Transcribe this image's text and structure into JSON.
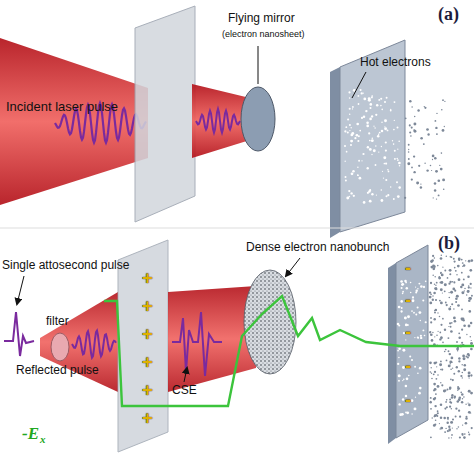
{
  "diagram": {
    "labels": [
      "(a)",
      "Incident laser pulse",
      "Flying mirror",
      "(electron nanosheet)",
      "Hot electrons",
      "(b)",
      "Single attosecond pulse",
      "filter",
      "Reflected pulse",
      "Dense electron nanobunch",
      "CSE",
      "-E",
      "x",
      "+",
      "+",
      "+",
      "+",
      "+",
      "+",
      "-",
      "-",
      "-",
      "-",
      "-"
    ]
  }
}
